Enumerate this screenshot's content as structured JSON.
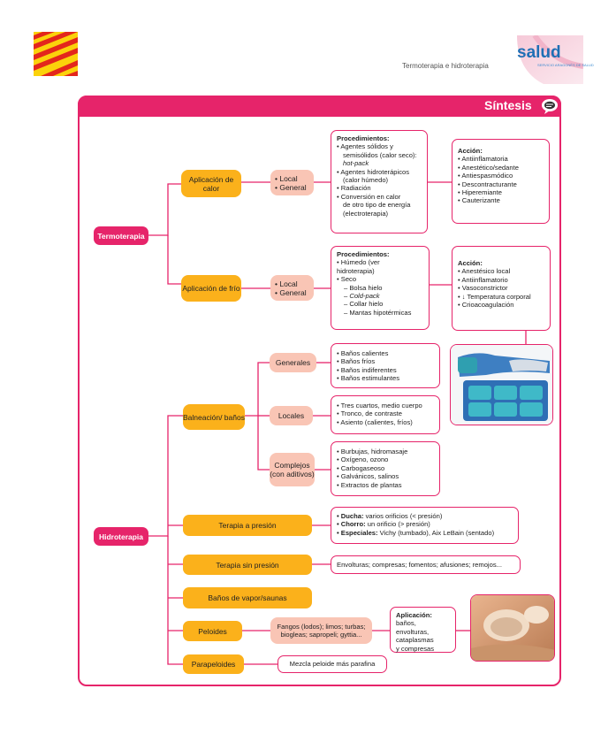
{
  "header": {
    "running_head": "Termoterapia e hidroterapia",
    "logo_text": "salud",
    "logo_sub": "SERVICIO ARAGONÉS DE SALUD",
    "colors": {
      "accent": "#e6246a",
      "gold": "#fbb11b",
      "peach": "#f9c5b5"
    }
  },
  "panel": {
    "title": "Síntesis",
    "icon": "speech-bubble-icon"
  },
  "nodes": {
    "termoterapia": "Termoterapia",
    "hidroterapia": "Hidroterapia",
    "calor": "Aplicación de calor",
    "frio": "Aplicación de frío",
    "calor_tipo": [
      "• Local",
      "• General"
    ],
    "frio_tipo": [
      "• Local",
      "• General"
    ],
    "balneacion": "Balneación/ baños",
    "generales": "Generales",
    "locales": "Locales",
    "complejos": "Complejos (con aditivos)",
    "presion": "Terapia a presión",
    "sin_presion": "Terapia sin presión",
    "vapor": "Baños de vapor/saunas",
    "peloides": "Peloides",
    "parapeloides": "Parapeloides"
  },
  "boxes": {
    "proc_calor": {
      "title": "Procedimientos:",
      "items": [
        "• Agentes sólidos y",
        "semisólidos (calor seco):",
        "hot-pack",
        "• Agentes hidroterápicos",
        "(calor húmedo)",
        "• Radiación",
        "• Conversión en calor",
        "de otro tipo de energía",
        "(electroterapia)"
      ]
    },
    "accion_calor": {
      "title": "Acción:",
      "items": [
        "• Antiinflamatoria",
        "• Anestético/sedante",
        "• Antiespasmódico",
        "• Descontracturante",
        "• Hiperemiante",
        "• Cauterizante"
      ]
    },
    "proc_frio": {
      "title": "Procedimientos:",
      "items": [
        "• Húmedo (ver",
        "hidroterapia)",
        "• Seco",
        "– Bolsa hielo",
        "– Cold-pack",
        "– Collar hielo",
        "– Mantas hipotérmicas"
      ]
    },
    "accion_frio": {
      "title": "Acción:",
      "items": [
        "• Anestésico local",
        "• Antiinflamatorio",
        "• Vasoconstrictor",
        "• ↓ Temperatura corporal",
        "• Crioacoagulación"
      ]
    },
    "generales": [
      "• Baños calientes",
      "• Baños fríos",
      "• Baños indiferentes",
      "• Baños estimulantes"
    ],
    "locales": [
      "• Tres cuartos, medio cuerpo",
      "• Tronco, de contraste",
      "• Asiento (calientes, fríos)"
    ],
    "complejos": [
      "• Burbujas, hidromasaje",
      "• Oxígeno, ozono",
      "• Carbogaseoso",
      "• Galvánicos, salinos",
      "• Extractos de plantas"
    ],
    "presion": [
      {
        "label": "• Ducha:",
        "text": " varios orificios (< presión)"
      },
      {
        "label": "• Chorro:",
        "text": " un orificio (> presión)"
      },
      {
        "label": "• Especiales:",
        "text": " Vichy (tumbado), Aix LeBain (sentado)"
      }
    ],
    "sin_presion": "Envolturas; compresas; fomentos; afusiones; remojos...",
    "peloides": "Fangos (lodos); limos; turbas; biogleas; sapropeli; gyttia...",
    "aplicacion": {
      "title": "Aplicación:",
      "items": [
        "baños, envolturas,",
        "cataplasmas",
        "y compresas"
      ]
    },
    "parapeloides": "Mezcla peloide más parafina"
  }
}
